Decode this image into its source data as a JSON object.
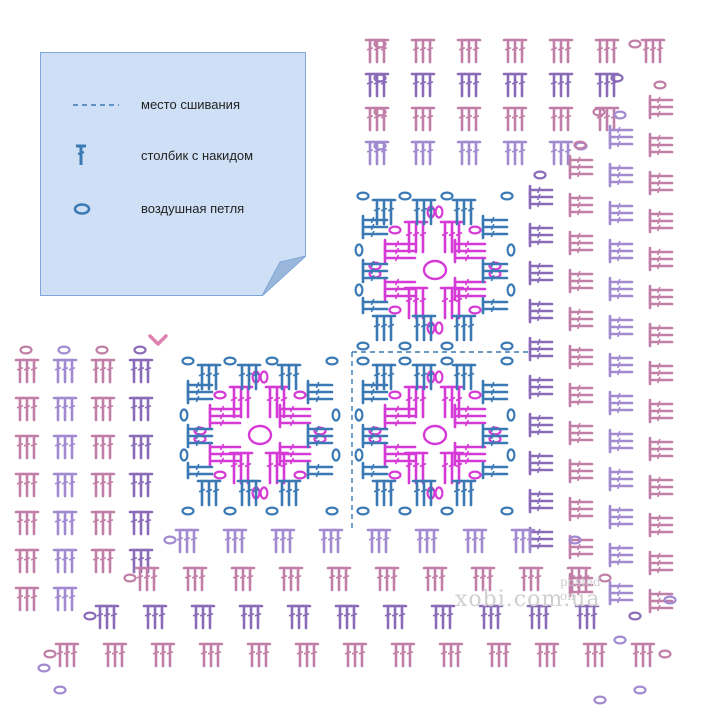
{
  "legend": {
    "items": [
      {
        "symbol": "dashed-line",
        "text": "место сшивания"
      },
      {
        "symbol": "double-crochet",
        "text": "столбик с накидом"
      },
      {
        "symbol": "chain-stitch",
        "text": "воздушная петля"
      }
    ]
  },
  "watermark": {
    "small": "posted on",
    "big": "xobi.com.ua"
  },
  "colors": {
    "magenta": "#d63ad6",
    "blue": "#3a79b3",
    "mauve": "#c17fa8",
    "violet": "#8a6bb8",
    "lilac": "#a18ad0",
    "seam": "#3a79b3",
    "note_bg": "#cfe0f6",
    "arrow": "#e080b0"
  }
}
